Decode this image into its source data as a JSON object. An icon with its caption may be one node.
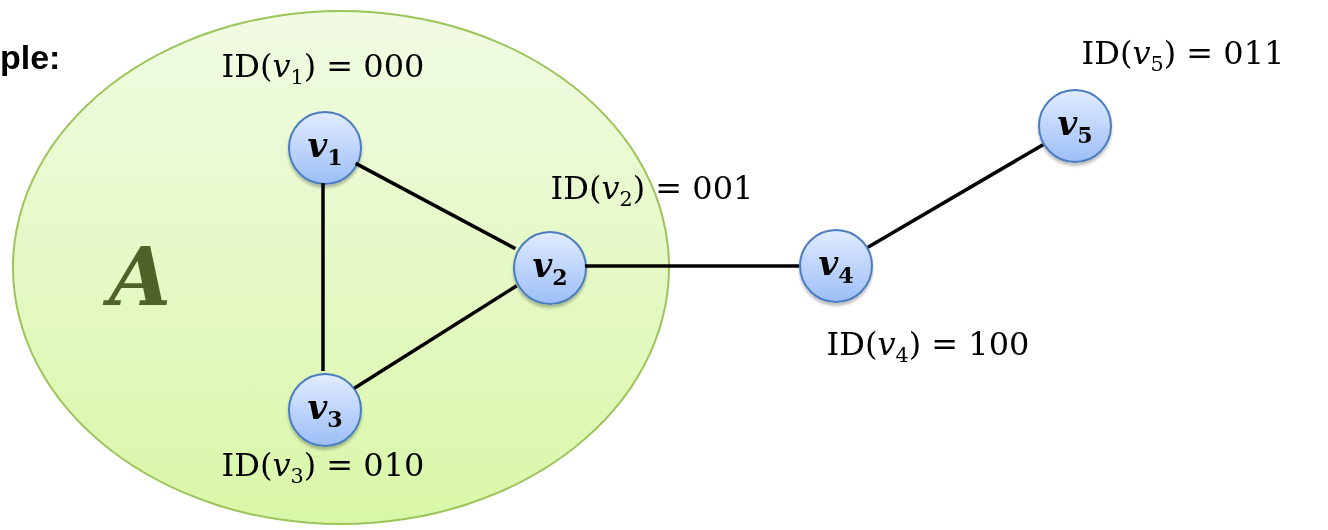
{
  "diagram": {
    "nodes": [
      {
        "text": [
          "A"
        ]
      },
      {
        "text": [
          "*v*$_{1}$"
        ],
        "in": 0,
        "beside": [
          "ID(*v*$_{1}$) = 000"
        ]
      },
      {
        "text": [
          "*v*$_{2}$"
        ],
        "in": 0,
        "beside": [
          "ID(*v*$_{2}$) = 001"
        ]
      },
      {
        "text": [
          "*v*$_{3}$"
        ],
        "in": 0,
        "beside": [
          "ID(*v*$_{3}$) = 010"
        ]
      },
      {
        "text": [
          "*v*$_{4}$"
        ],
        "beside": [
          "ID(*v*$_{4}$) = 100"
        ]
      },
      {
        "text": [
          "*v*$_{5}$"
        ],
        "beside": [
          "ID(*v*$_{5}$) = 011"
        ]
      }
    ],
    "edges": [
      {
        "from": 1,
        "to": 2,
        "arrow": "none"
      },
      {
        "from": 1,
        "to": 3,
        "arrow": "none"
      },
      {
        "from": 2,
        "to": 3,
        "arrow": "none"
      },
      {
        "from": 2,
        "to": 4,
        "arrow": "none"
      },
      {
        "from": 4,
        "to": 5,
        "arrow": "none"
      }
    ],
    "labels": [
      "ple:"
    ]
  }
}
